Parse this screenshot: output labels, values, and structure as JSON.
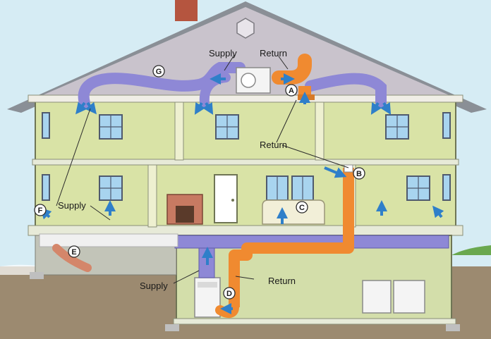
{
  "labels": {
    "supply_attic": "Supply",
    "return_attic": "Return",
    "return_upper": "Return",
    "supply_living": "Supply",
    "supply_basement": "Supply",
    "return_basement": "Return"
  },
  "callouts": {
    "a": "A",
    "b": "B",
    "c": "C",
    "d": "D",
    "e": "E",
    "f": "F",
    "g": "G"
  },
  "colors": {
    "sky": "#cfe6f0",
    "roof": "#8a8f96",
    "attic": "#c9c3cc",
    "wall": "#d9e3a6",
    "ground": "#9c8a70",
    "supply_duct": "#8e88d6",
    "return_duct": "#f08a30",
    "supply_arrow": "#2f7fc9"
  }
}
